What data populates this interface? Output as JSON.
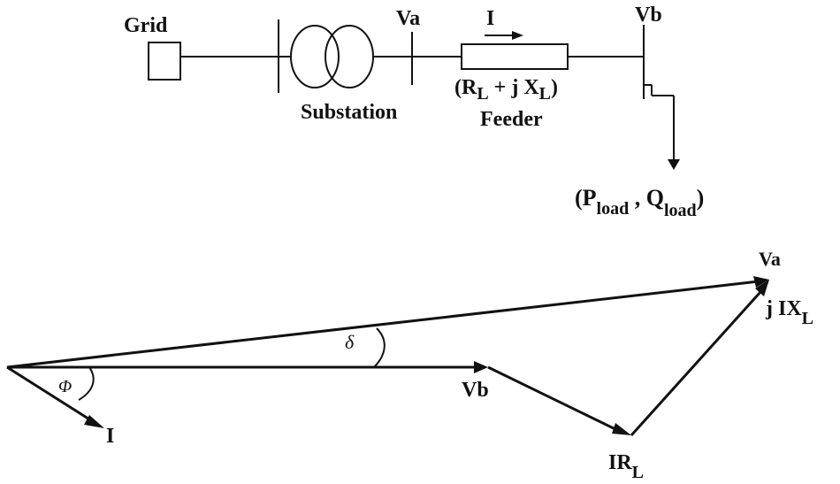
{
  "circuit": {
    "grid_label": "Grid",
    "substation_label": "Substation",
    "va_label": "Va",
    "current_label": "I",
    "vb_label": "Vb",
    "impedance": {
      "open": "(R",
      "r_sub": "L",
      "mid": " + j X",
      "x_sub": "L",
      "close": ")"
    },
    "feeder_label": "Feeder",
    "load": {
      "open": "(P",
      "p_sub": "load",
      "sep": " ,  Q",
      "q_sub": "load",
      "close": ")"
    }
  },
  "phasor": {
    "va_label": "Va",
    "vb_label": "Vb",
    "i_label": "I",
    "ir_label": "IR",
    "ir_sub": "L",
    "jix_label": "j IX",
    "jix_sub": "L",
    "delta_label": "δ",
    "phi_label": "Φ"
  }
}
